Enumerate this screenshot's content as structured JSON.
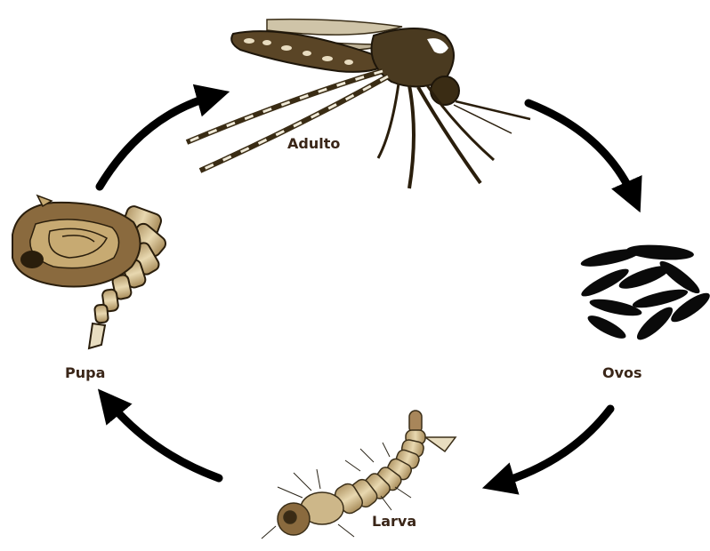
{
  "diagram": {
    "stages": [
      {
        "id": "adulto",
        "label": "Adulto",
        "icon": "mosquito-adult-icon"
      },
      {
        "id": "ovos",
        "label": "Ovos",
        "icon": "eggs-icon"
      },
      {
        "id": "larva",
        "label": "Larva",
        "icon": "larva-icon"
      },
      {
        "id": "pupa",
        "label": "Pupa",
        "icon": "pupa-icon"
      }
    ],
    "arrow_color": "#000000",
    "label_color": "#3a2618",
    "body_color": "#4a3a20",
    "larva_color": "#d8c59a"
  }
}
